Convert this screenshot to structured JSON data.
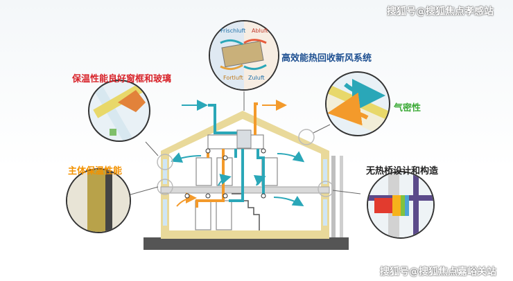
{
  "labels": {
    "window_glazing": "保温性能良好窗框和玻璃",
    "heat_recovery": "高效能热回收新风系统",
    "airtight": "气密性",
    "insulation": "主体保温性能",
    "thermal_bridge": "无热桥设计和构造"
  },
  "hrv_unit": {
    "frischluft": "Frischluft",
    "abluft": "Abluft",
    "fortluft": "Fortluft",
    "zuluft": "Zuluft"
  },
  "watermarks": {
    "top": "搜狐号@搜狐焦点孝感站",
    "bottom": "搜狐号@搜狐焦点嘉峪关站"
  },
  "colors": {
    "label_red": "#d8232a",
    "label_blue": "#1d4f91",
    "label_green": "#3aa935",
    "label_orange": "#f39200",
    "label_dark": "#222222",
    "fresh_air": "#2aa7b8",
    "exhaust_air": "#f39a2b",
    "wall": "#e9d99a"
  }
}
